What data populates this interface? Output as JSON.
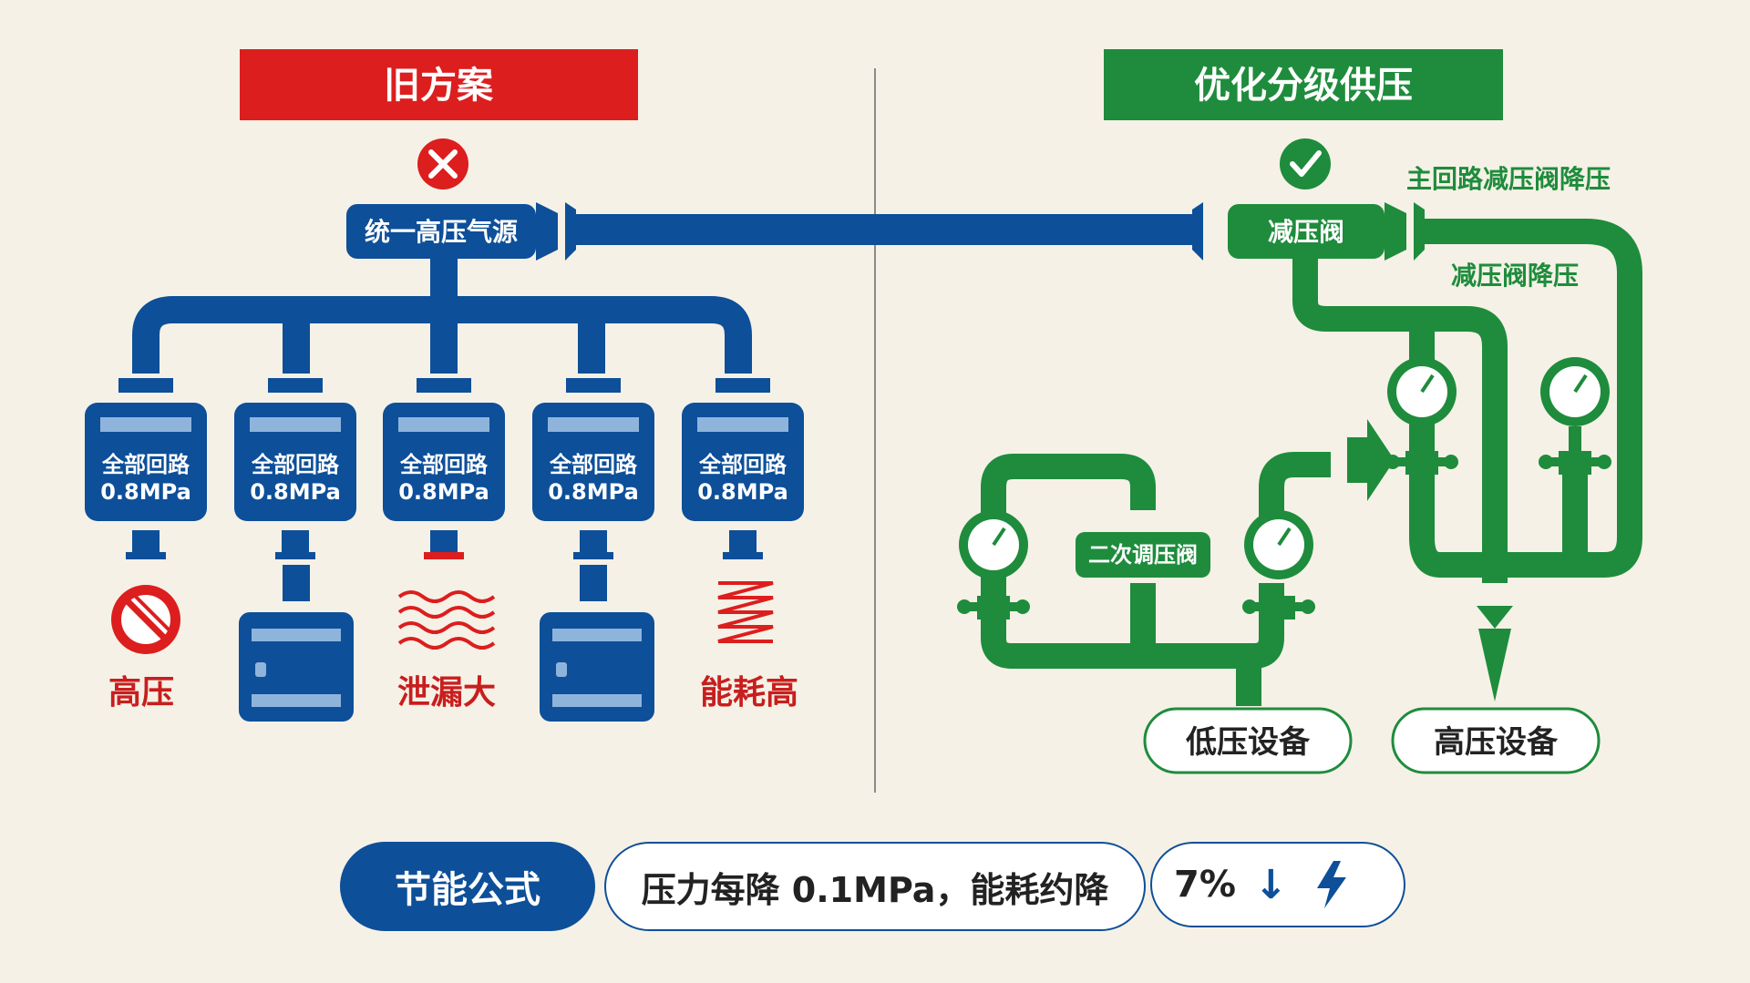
{
  "old_plan": {
    "title": "旧方案",
    "source_label": "统一高压气源",
    "branch_label_line1": "全部回路",
    "branch_label_line2": "0.8MPa",
    "branches": 5,
    "issues": [
      "高压",
      "泄漏大",
      "能耗高"
    ],
    "accent_color": "#dc1e1e",
    "pipe_color": "#0d4f99"
  },
  "new_plan": {
    "title": "优化分级供压",
    "valve_label": "减压阀",
    "main_note": "主回路减压阀降压",
    "sub_note": "减压阀降压",
    "secondary_valve_label": "二次调压阀",
    "low_device": "低压设备",
    "high_device": "高压设备",
    "accent_color": "#1e8c3c"
  },
  "formula": {
    "label": "节能公式",
    "text": "压力每降 0.1MPa，能耗约降",
    "result": "7%"
  }
}
